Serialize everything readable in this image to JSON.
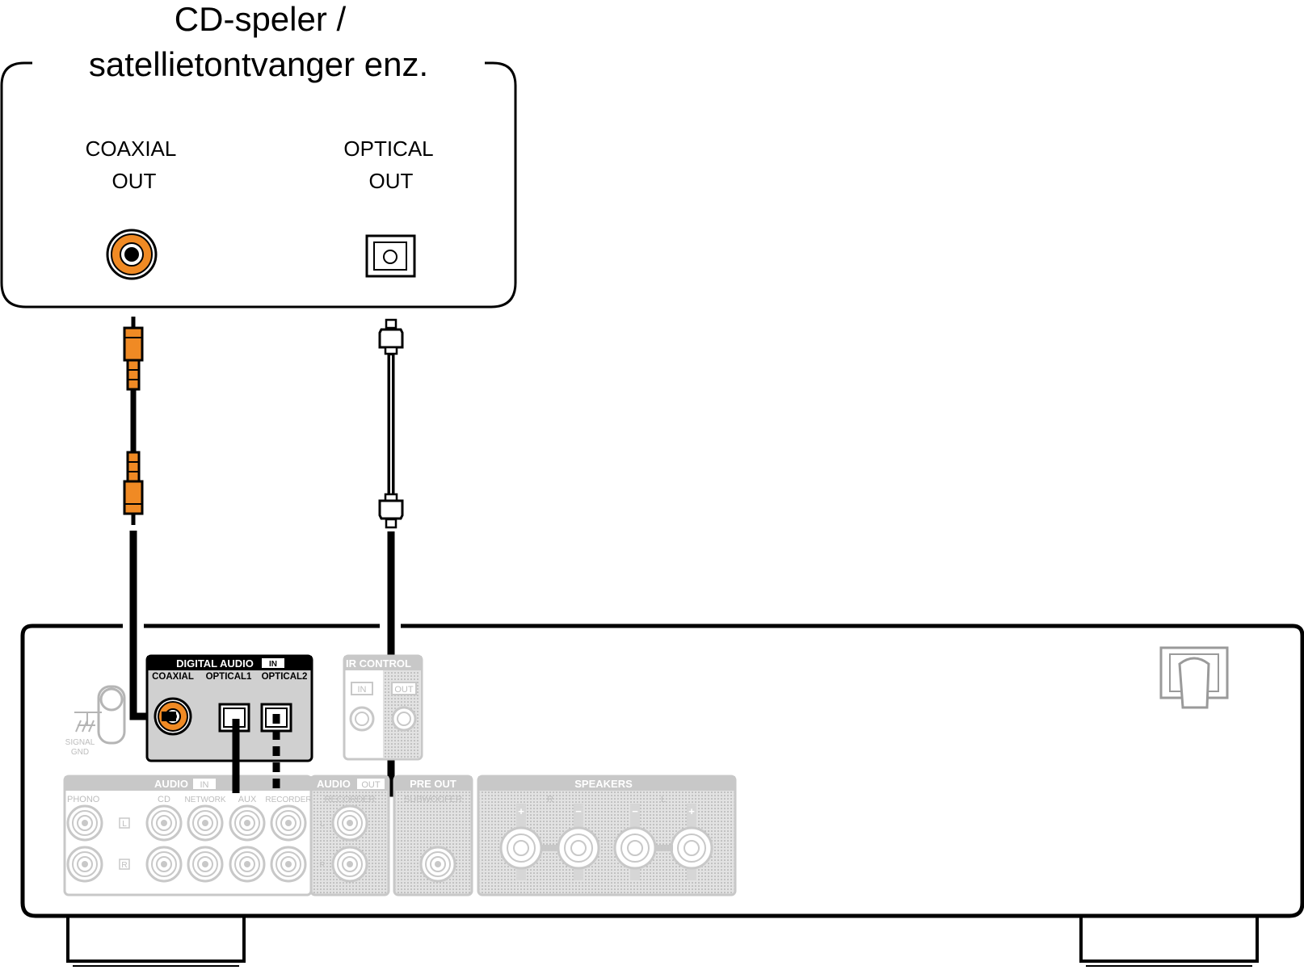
{
  "source_device": {
    "title_line1": "CD-speler /",
    "title_line2": "satellietontvanger enz.",
    "coaxial_label_line1": "COAXIAL",
    "coaxial_label_line2": "OUT",
    "optical_label_line1": "OPTICAL",
    "optical_label_line2": "OUT"
  },
  "amplifier": {
    "signal_gnd_line1": "SIGNAL",
    "signal_gnd_line2": "GND",
    "digital_audio": {
      "header": "DIGITAL AUDIO",
      "badge": "IN",
      "ports": [
        "COAXIAL",
        "OPTICAL1",
        "OPTICAL2"
      ]
    },
    "ir_control": {
      "header": "IR CONTROL",
      "in": "IN",
      "out": "OUT"
    },
    "audio_in": {
      "header": "AUDIO",
      "badge": "IN",
      "columns": [
        "PHONO",
        "CD",
        "NETWORK",
        "AUX",
        "RECORDER"
      ],
      "left": "L",
      "right": "R"
    },
    "audio_out": {
      "header": "AUDIO",
      "badge": "OUT",
      "column": "RECORDER",
      "left": "L",
      "right": "R"
    },
    "pre_out": {
      "header": "PRE OUT",
      "column": "SUBWOOFER"
    },
    "speakers": {
      "header": "SPEAKERS",
      "right": "R",
      "left": "L",
      "plus": "+",
      "minus": "−"
    }
  },
  "colors": {
    "connector_orange": "#F08A24",
    "panel_gray": "#C8C8C8",
    "outline": "#000000"
  },
  "icons": [
    "coaxial-jack-icon",
    "optical-port-icon",
    "rca-plug-icon",
    "toslink-plug-icon",
    "ground-icon",
    "power-inlet-icon"
  ]
}
